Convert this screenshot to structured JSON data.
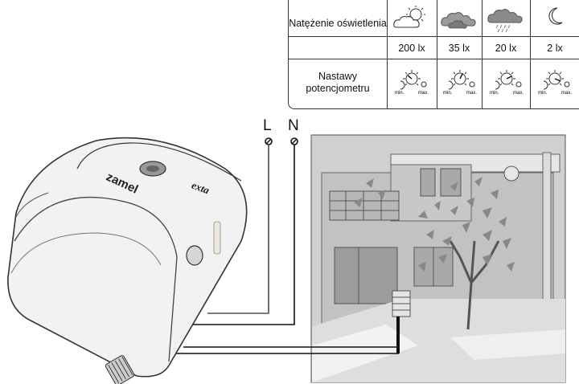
{
  "table": {
    "illuminance_label": "Natężenie oświetlenia",
    "potentiometer_label": "Nastawy potencjometru",
    "columns": [
      {
        "condition_icon": "sun-behind-cloud-icon",
        "lux": "200 lx",
        "knob": {
          "min": "min.",
          "max": "max."
        }
      },
      {
        "condition_icon": "dark-cloud-icon",
        "lux": "35 lx",
        "knob": {
          "min": "min.",
          "max": "max."
        }
      },
      {
        "condition_icon": "rain-cloud-icon",
        "lux": "20 lx",
        "knob": {
          "min": "min.",
          "max": "max."
        }
      },
      {
        "condition_icon": "crescent-moon-icon",
        "lux": "2 lx",
        "knob": {
          "min": "min.",
          "max": "max."
        }
      }
    ]
  },
  "terminals": {
    "line": "L",
    "neutral": "N"
  },
  "device": {
    "brand": "zamel",
    "series": "exta"
  }
}
